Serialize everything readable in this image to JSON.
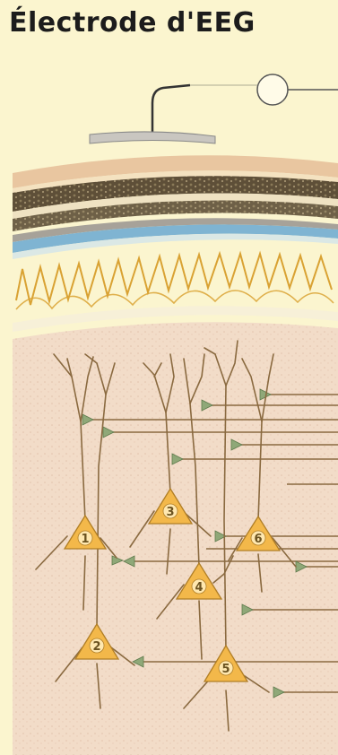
{
  "title": "Électrode d'EEG",
  "neuron_labels": [
    "1",
    "2",
    "3",
    "4",
    "5",
    "6"
  ],
  "colors": {
    "background": "#fbf5cf",
    "cortex": "#f2dcc8",
    "neuron_body": "#f3b84a",
    "nerve_fiber": "#8a6a40",
    "synapse": "#8fa878",
    "scalp": "#e9c6a0",
    "skull": "#6a5a40",
    "meninges": "#7fb4d2",
    "vessels": "#d9a233"
  }
}
